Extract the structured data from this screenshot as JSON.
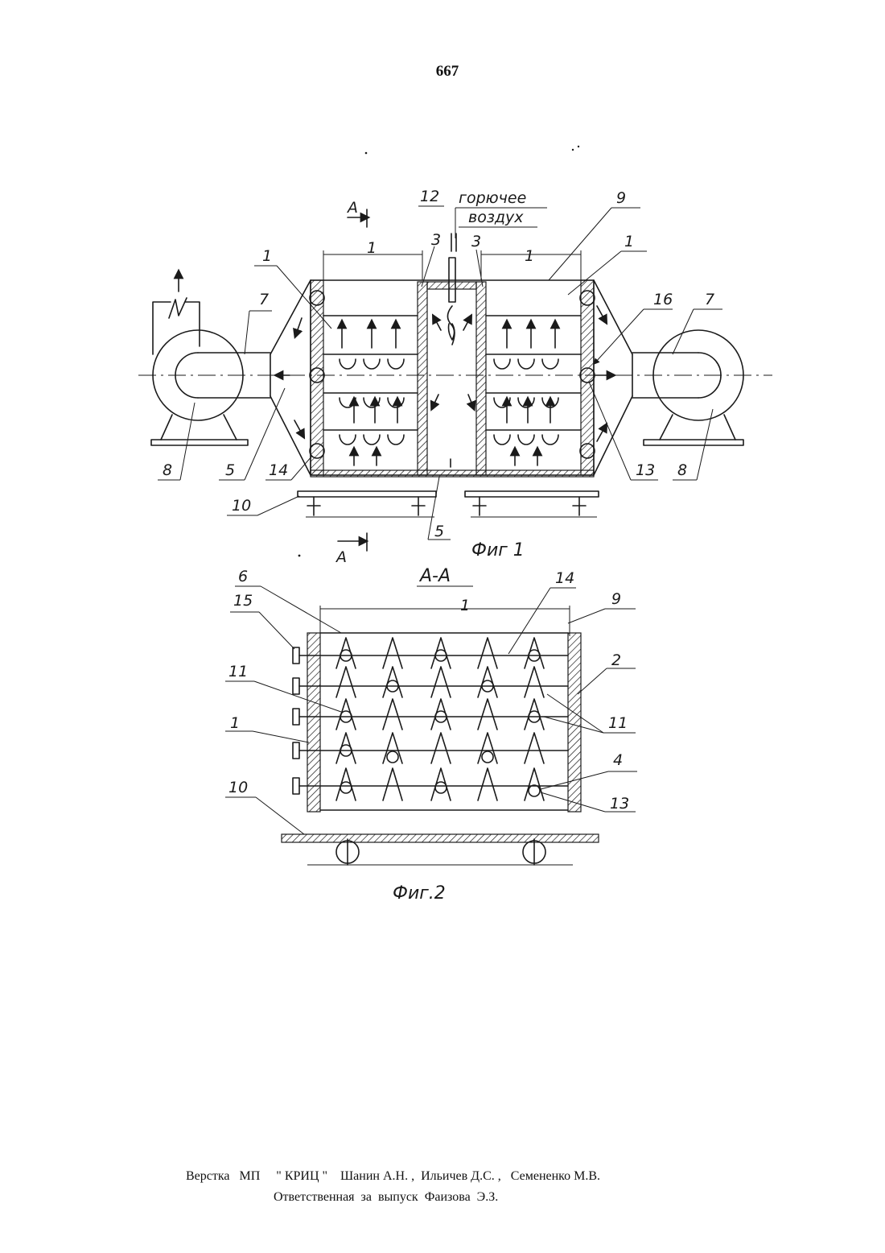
{
  "page_number": "667",
  "fig1": {
    "caption": "Фиг 1",
    "section_label": "A",
    "supply_labels": [
      "горючее",
      "воздух"
    ],
    "callouts": {
      "n1": "1",
      "n2": "2",
      "n3": "3",
      "n4": "4",
      "n5": "5",
      "n6": "6",
      "n7": "7",
      "n8": "8",
      "n9": "9",
      "n10": "10",
      "n11": "11",
      "n12": "12",
      "n13": "13",
      "n14": "14",
      "n15": "15",
      "n16": "16"
    }
  },
  "fig2": {
    "section_title": "А-А",
    "caption": "Фиг.2"
  },
  "footer": {
    "line1": "Верстка   МП     \" КРИЦ \"    Шанин А.Н. ,  Ильичев Д.С. ,   Семененко М.В.",
    "line2": "Ответственная  за  выпуск  Фаизова  Э.З."
  }
}
